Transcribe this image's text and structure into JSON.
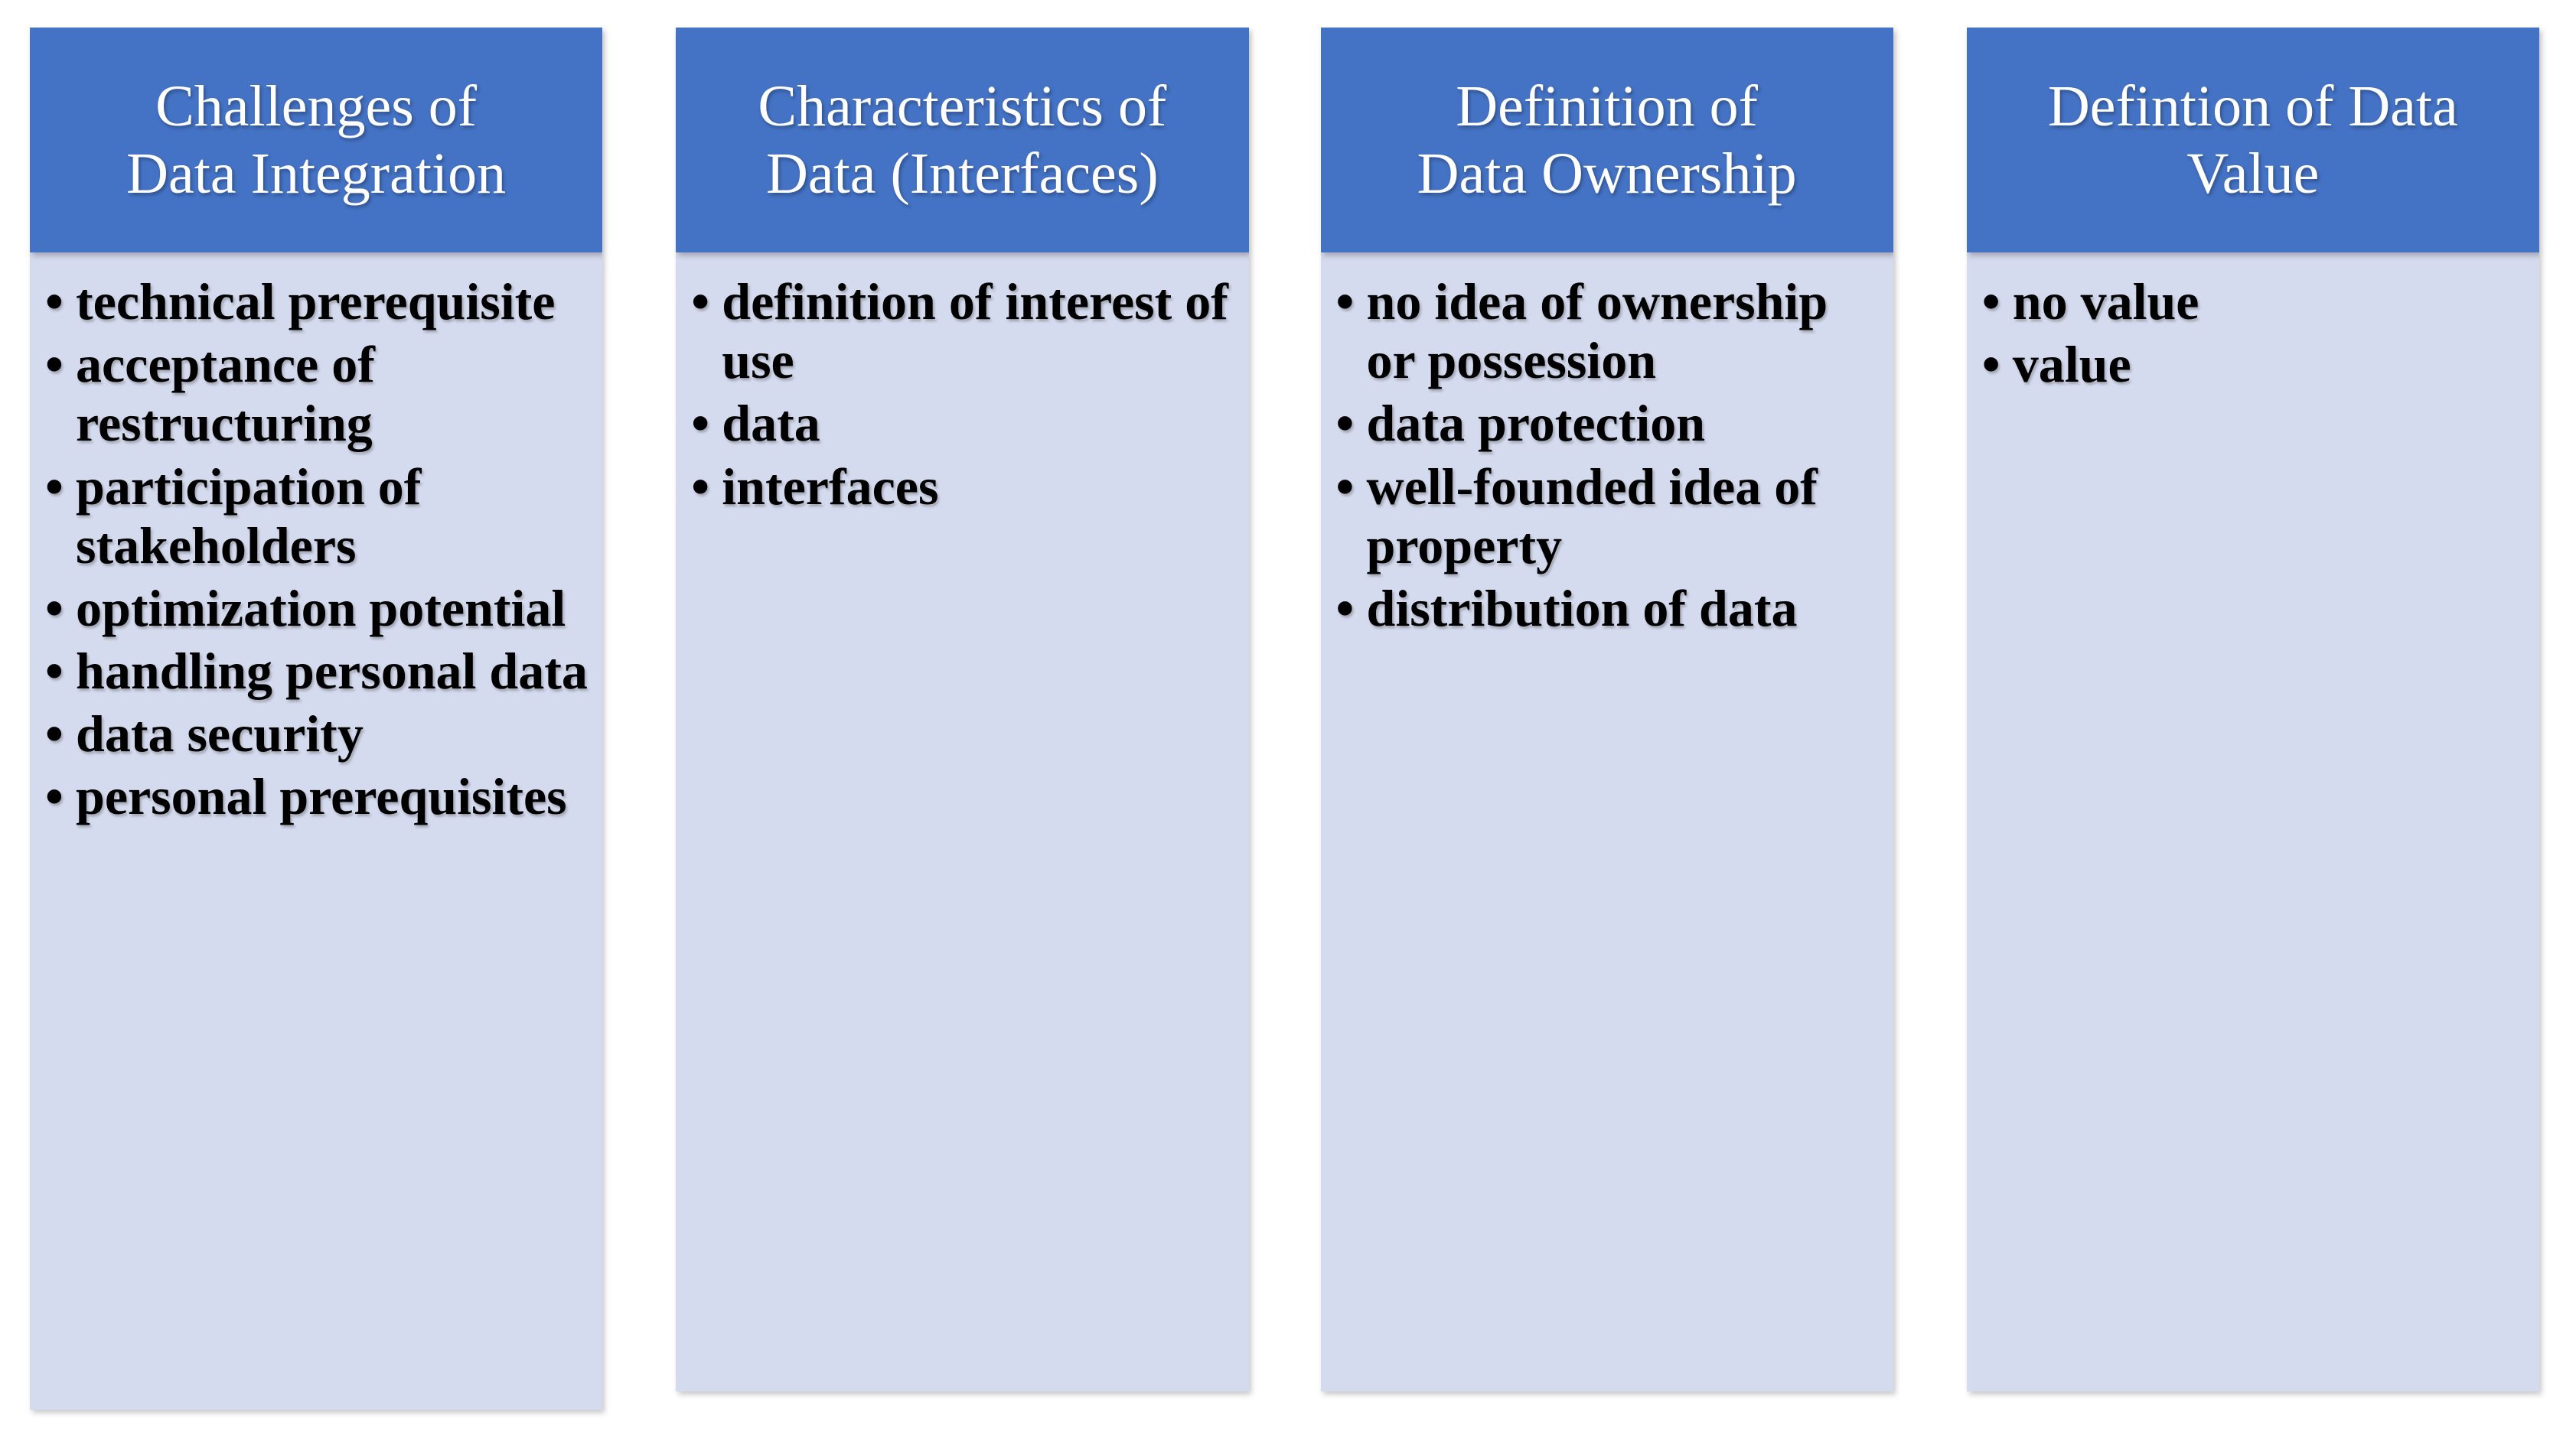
{
  "slide": {
    "kind": "four-column-bullet-table",
    "bullet_glyph": "•",
    "colors": {
      "header_background": "#4472C4",
      "header_text": "#FFFFFF",
      "body_background": "#D5DBEE",
      "body_text": "#000000",
      "page_background": "#FFFFFF"
    }
  },
  "columns": [
    {
      "header": "Challenges of\nData Integration",
      "items": [
        "technical prerequisite",
        "acceptance of restructuring",
        "participation of stakeholders",
        "optimization potential",
        "handling personal data",
        "data security",
        "personal prerequisites"
      ]
    },
    {
      "header": "Characteristics of\nData (Interfaces)",
      "items": [
        "definition of interest of use",
        "data",
        "interfaces"
      ]
    },
    {
      "header": "Definition of\nData Ownership",
      "items": [
        "no idea of ownership or possession",
        "data protection",
        "well-founded idea of property",
        "distribution of data"
      ]
    },
    {
      "header": "Defintion of Data\nValue",
      "items": [
        "no value",
        "value"
      ]
    }
  ]
}
